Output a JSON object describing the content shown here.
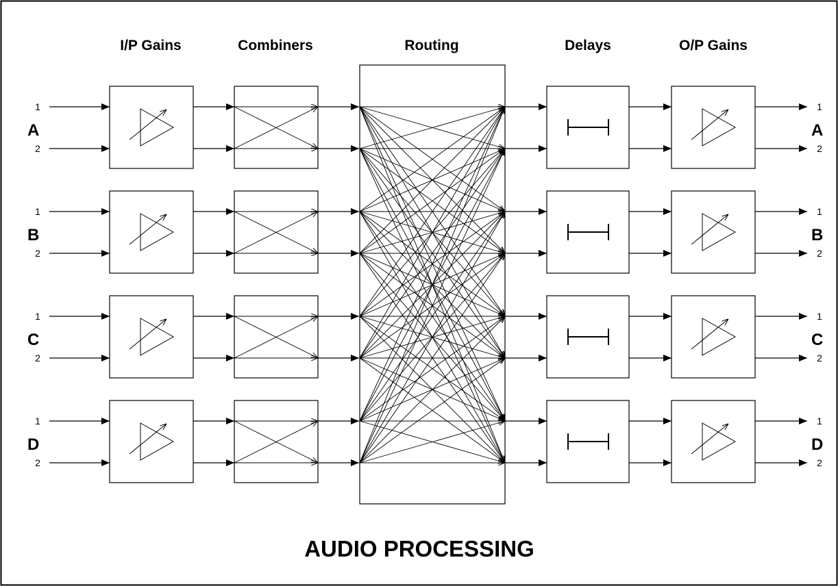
{
  "title": "AUDIO PROCESSING",
  "columns": {
    "ip_gains": "I/P Gains",
    "combiners": "Combiners",
    "routing": "Routing",
    "delays": "Delays",
    "op_gains": "O/P Gains"
  },
  "channels": [
    {
      "letter": "A",
      "in1": "1",
      "in2": "2"
    },
    {
      "letter": "B",
      "in1": "1",
      "in2": "2"
    },
    {
      "letter": "C",
      "in1": "1",
      "in2": "2"
    },
    {
      "letter": "D",
      "in1": "1",
      "in2": "2"
    }
  ]
}
